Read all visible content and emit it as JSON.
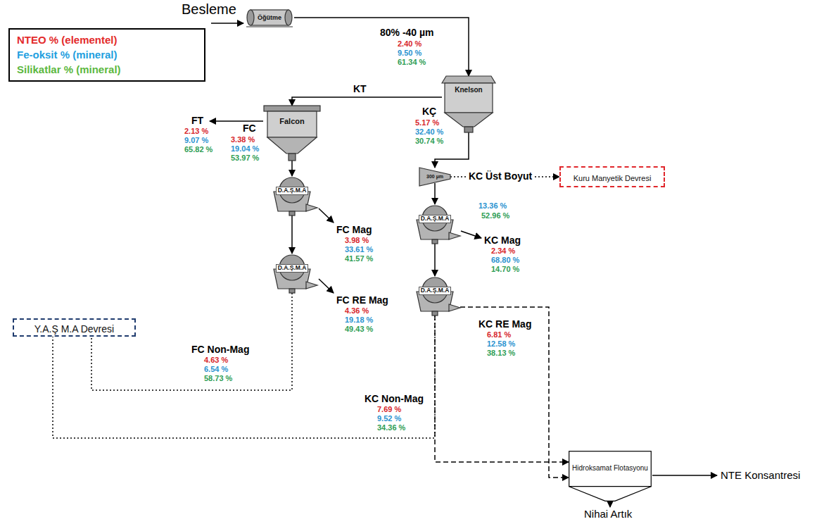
{
  "diagram": {
    "nodes": [
      {
        "text": [
          "Öğütme"
        ]
      },
      {
        "text": [
          "Knelson"
        ]
      },
      {
        "text": [
          "Falcon"
        ]
      },
      {
        "text": [
          "300 µm"
        ]
      },
      {
        "text": [
          "Kuru Manyetik Devresi"
        ]
      },
      {
        "text": [
          "D.A.Ş.M.A"
        ]
      },
      {
        "text": [
          "D.A.Ş.M.A"
        ]
      },
      {
        "text": [
          "D.A.Ş.M.A"
        ]
      },
      {
        "text": [
          "D.A.Ş.M.A"
        ]
      },
      {
        "text": [
          "Y.A.Ş M.A Devresi"
        ]
      },
      {
        "text": [
          "Hidroksamat Flotasyonu"
        ]
      }
    ],
    "edges": [
      {
        "from": 0,
        "to": 1,
        "arrow": "to"
      },
      {
        "from": 1,
        "to": 2,
        "label": "KT",
        "arrow": "to"
      },
      {
        "from": 1,
        "to": 3,
        "arrow": "to"
      },
      {
        "from": 3,
        "to": 4,
        "label": "KC Üst Boyut",
        "arrow": "to"
      },
      {
        "from": 2,
        "to": 5,
        "arrow": "to"
      },
      {
        "from": 5,
        "to": 6,
        "arrow": "to"
      },
      {
        "from": 3,
        "to": 7,
        "arrow": "to"
      },
      {
        "from": 7,
        "to": 8,
        "arrow": "to"
      },
      {
        "from": 6,
        "to": 9,
        "arrow": "none"
      },
      {
        "from": 8,
        "to": 9,
        "arrow": "none"
      },
      {
        "from": 8,
        "to": 10,
        "arrow": "to"
      },
      {
        "from": 8,
        "to": 10,
        "arrow": "to"
      }
    ],
    "labels": [
      "Besleme",
      "80% -40 µm",
      "2.40 %",
      "9.50 %",
      "61.34 %",
      "KÇ",
      "5.17 %",
      "32.40 %",
      "30.74 %",
      "FT",
      "2.13 %",
      "9.07 %",
      "65.82 %",
      "FC",
      "3.38 %",
      "19.04 %",
      "53.97 %",
      "13.36 %",
      "52.96 %",
      "FC Mag",
      "3.98 %",
      "33.61 %",
      "41.57 %",
      "KC Mag",
      "2.34 %",
      "68.80 %",
      "14.70 %",
      "FC RE Mag",
      "4.36 %",
      "19.18 %",
      "49.43 %",
      "KC RE Mag",
      "6.81 %",
      "12.58 %",
      "38.13 %",
      "FC Non-Mag",
      "4.63 %",
      "6.54 %",
      "58.73 %",
      "KC Non-Mag",
      "7.69 %",
      "9.52 %",
      "34.36 %",
      "NTE Konsantresi",
      "Nihai Artık"
    ],
    "legend": [
      {
        "text": "NTEO % (elementel)",
        "color": "#e32b2b"
      },
      {
        "text": "Fe-oksit % (mineral)",
        "color": "#1fa0e0"
      },
      {
        "text": "Silikatlar % (mineral)",
        "color": "#5cb83f"
      }
    ]
  }
}
